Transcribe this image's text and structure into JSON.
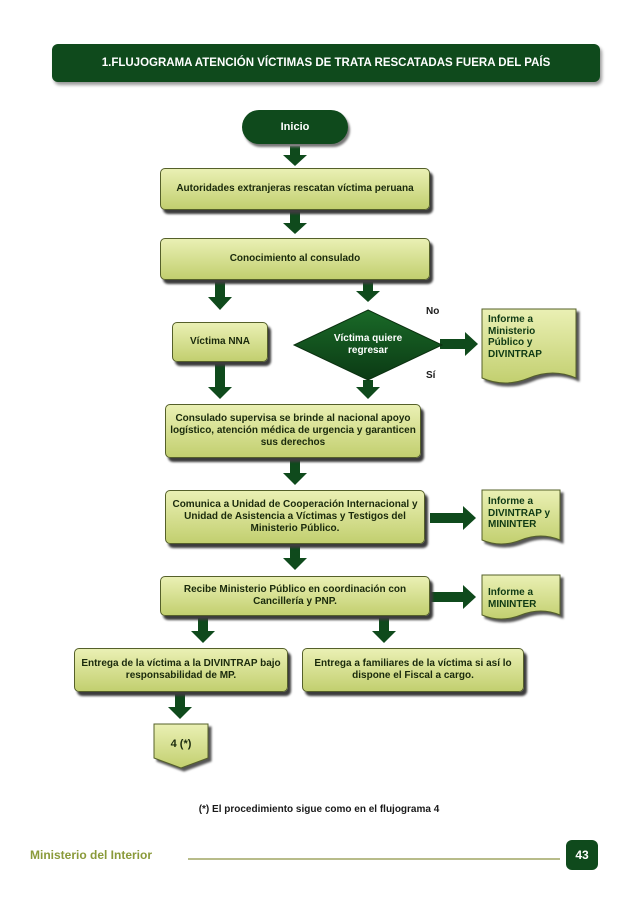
{
  "header": {
    "title": "1.FLUJOGRAMA ATENCIÓN VÍCTIMAS DE TRATA RESCATADAS FUERA DEL PAÍS"
  },
  "flow": {
    "start": "Inicio",
    "step1": "Autoridades extranjeras rescatan víctima peruana",
    "step2": "Conocimiento al consulado",
    "nna": "Víctima NNA",
    "decision": "Víctima quiere regresar",
    "no_label": "No",
    "yes_label": "Sí",
    "doc1": [
      "Informe a",
      "Ministerio",
      "Público y",
      "DIVINTRAP"
    ],
    "step3": "Consulado supervisa se brinde al nacional apoyo logístico, atención médica de urgencia y garanticen sus derechos",
    "step4": "Comunica a Unidad de Cooperación Internacional y Unidad de Asistencia a Víctimas y Testigos del Ministerio Público.",
    "doc2": [
      "Informe a",
      "DIVINTRAP y",
      "MININTER"
    ],
    "step5": "Recibe Ministerio Público en coordinación con Cancillería y PNP.",
    "doc3": [
      "Informe a",
      "MININTER"
    ],
    "step6a": "Entrega de la víctima a la DIVINTRAP bajo responsabilidad de MP.",
    "step6b": "Entrega a familiares de la víctima si así lo dispone el Fiscal a cargo.",
    "connector": "4 (*)"
  },
  "footnote": "(*) El procedimiento sigue como en el flujograma 4",
  "footer": {
    "org": "Ministerio del Interior",
    "page": "43"
  },
  "colors": {
    "dark_green": "#0f4a1c",
    "box_light": "#eaf0b4",
    "box_dark": "#c2cf6f"
  }
}
